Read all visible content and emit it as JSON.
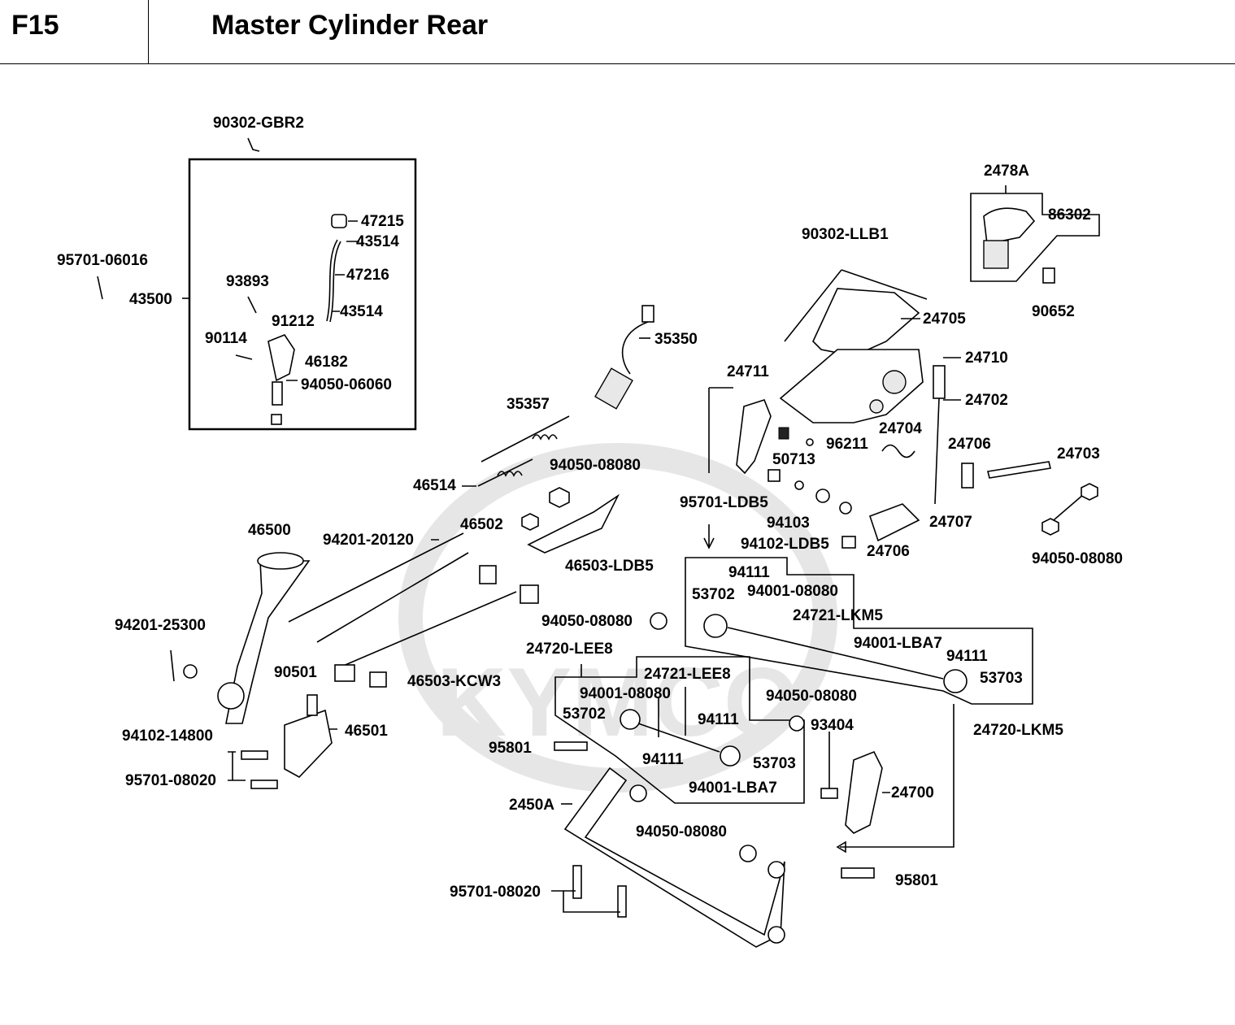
{
  "header": {
    "code": "F15",
    "title": "Master Cylinder Rear"
  },
  "watermark": {
    "text": "KYMCO",
    "color": "#e4e4e4"
  },
  "labels": {
    "p90302_GBR2": "90302-GBR2",
    "p47215": "47215",
    "p43514_a": "43514",
    "p47216": "47216",
    "p43514_b": "43514",
    "p95701_06016": "95701-06016",
    "p43500": "43500",
    "p93893": "93893",
    "p91212": "91212",
    "p90114": "90114",
    "p46182": "46182",
    "p94050_06060": "94050-06060",
    "p35350": "35350",
    "p35357": "35357",
    "p46514": "46514",
    "p94050_08080_a": "94050-08080",
    "p46502": "46502",
    "p94201_20120": "94201-20120",
    "p46500": "46500",
    "p46503_LDB5": "46503-LDB5",
    "p94050_08080_b": "94050-08080",
    "p94201_25300": "94201-25300",
    "p90501": "90501",
    "p46503_KCW3": "46503-KCW3",
    "p94102_14800": "94102-14800",
    "p46501": "46501",
    "p95701_08020_a": "95701-08020",
    "p24720_LEE8": "24720-LEE8",
    "p24721_LEE8": "24721-LEE8",
    "p94001_08080_a": "94001-08080",
    "p53702_a": "53702",
    "p94111_a": "94111",
    "p95801_a": "95801",
    "p94111_b": "94111",
    "p53703_a": "53703",
    "p94001_LBA7_a": "94001-LBA7",
    "p2450A": "2450A",
    "p94050_08080_c": "94050-08080",
    "p95701_08020_b": "95701-08020",
    "p2478A": "2478A",
    "p86302": "86302",
    "p90652": "90652",
    "p90302_LLB1": "90302-LLB1",
    "p24705": "24705",
    "p24710": "24710",
    "p24711": "24711",
    "p24702": "24702",
    "p24704": "24704",
    "p50713": "50713",
    "p96211": "96211",
    "p24706_a": "24706",
    "p24703": "24703",
    "p95701_LDB5": "95701-LDB5",
    "p94103": "94103",
    "p24707": "24707",
    "p94102_LDB5": "94102-LDB5",
    "p24706_b": "24706",
    "p94050_08080_d": "94050-08080",
    "p94111_c": "94111",
    "p53702_b": "53702",
    "p94001_08080_b": "94001-08080",
    "p24721_LKM5": "24721-LKM5",
    "p94001_LBA7_b": "94001-LBA7",
    "p94111_d": "94111",
    "p53703_b": "53703",
    "p24720_LKM5": "24720-LKM5",
    "p94050_08080_e": "94050-08080",
    "p93404": "93404",
    "p24700": "24700",
    "p95801_b": "95801"
  }
}
